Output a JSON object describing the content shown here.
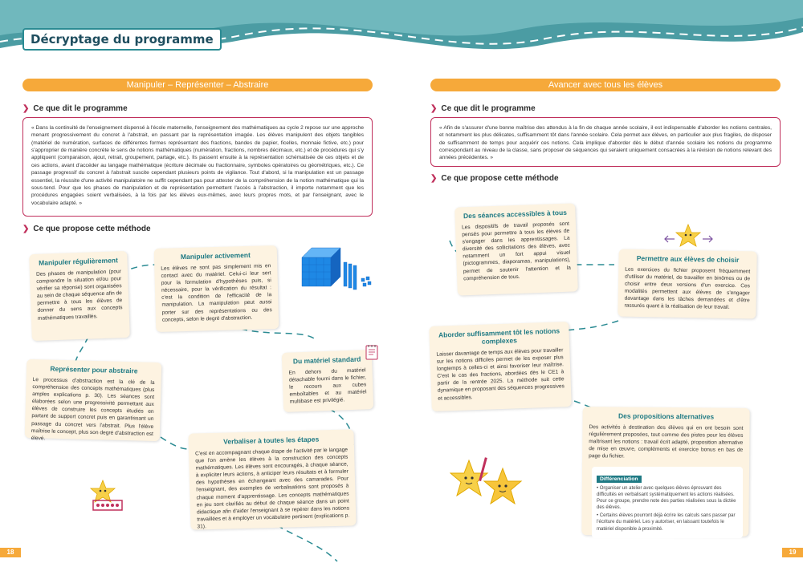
{
  "header": {
    "title": "Décryptage du programme"
  },
  "left": {
    "banner": "Manipuler – Représenter – Abstraire",
    "section1": "Ce que dit le programme",
    "quote": "« Dans la continuité de l'enseignement dispensé à l'école maternelle, l'enseignement des mathématiques au cycle 2 repose sur une approche menant progressivement du concret à l'abstrait, en passant par la représentation imagée. Les élèves manipulent des objets tangibles (matériel de numération, surfaces de différentes formes représentant des fractions, bandes de papier, ficelles, monnaie fictive, etc.) pour s'approprier de manière concrète le sens de notions mathématiques (numération, fractions, nombres décimaux, etc.) et de procédures qui s'y appliquent (comparaison, ajout, retrait, groupement, partage, etc.). Ils passent ensuite à la représentation schématisée de ces objets et de ces actions, avant d'accéder au langage mathématique (écriture décimale ou fractionnaire, symboles opératoires ou géométriques, etc.). Ce passage progressif du concret à l'abstrait suscite cependant plusieurs points de vigilance. Tout d'abord, si la manipulation est un passage essentiel, la réussite d'une activité manipulatoire ne suffit cependant pas pour attester de la compréhension de la notion mathématique qui la sous-tend. Pour que les phases de manipulation et de représentation permettent l'accès à l'abstraction, il importe notamment que les procédures engagées soient verbalisées, à la fois par les élèves eux-mêmes, avec leurs propres mots, et par l'enseignant, avec le vocabulaire adapté. »",
    "section2": "Ce que propose cette méthode",
    "cards": [
      {
        "title": "Manipuler régulièrement",
        "body": "Des phases de manipulation (pour comprendre la situation et/ou pour vérifier sa réponse) sont organisées au sein de chaque séquence afin de permettre à tous les élèves de donner du sens aux concepts mathématiques travaillés."
      },
      {
        "title": "Manipuler activement",
        "body": "Les élèves ne sont pas simplement mis en contact avec du matériel. Celui-ci leur sert pour la formulation d'hypothèses puis, si nécessaire, pour la vérification du résultat : c'est la condition de l'efficacité de la manipulation. La manipulation peut aussi porter sur des représentations ou des concepts, selon le degré d'abstraction."
      },
      {
        "title": "Représenter pour abstraire",
        "body": "Le processus d'abstraction est la clé de la compréhension des concepts mathématiques (plus amples explications p. 30). Les séances sont élaborées selon une progressivité permettant aux élèves de construire les concepts étudiés en partant de support concret puis en garantissant un passage du concret vers l'abstrait. Plus l'élève maîtrise le concept, plus son degré d'abstraction est élevé."
      },
      {
        "title": "Du matériel standard",
        "body": "En dehors du matériel détachable fourni dans le fichier, le recours aux cubes emboîtables et au matériel multibase est privilégié."
      },
      {
        "title": "Verbaliser à toutes les étapes",
        "body": "C'est en accompagnant chaque étape de l'activité par le langage que l'on amène les élèves à la construction des concepts mathématiques. Les élèves sont encouragés, à chaque séance, à expliciter leurs actions, à anticiper leurs résultats et à formuler des hypothèses en échangeant avec des camarades. Pour l'enseignant, des exemples de verbalisations sont proposés à chaque moment d'apprentissage. Les concepts mathématiques en jeu sont clarifiés au début de chaque séance dans un point didactique afin d'aider l'enseignant à se repérer dans les notions travaillées et à employer un vocabulaire pertinent (explications p. 31)."
      }
    ],
    "page_number": "18"
  },
  "right": {
    "banner": "Avancer avec tous les élèves",
    "section1": "Ce que dit le programme",
    "quote": "« Afin de s'assurer d'une bonne maîtrise des attendus à la fin de chaque année scolaire, il est indispensable d'aborder les notions centrales, et notamment les plus délicates, suffisamment tôt dans l'année scolaire. Cela permet aux élèves, en particulier aux plus fragiles, de disposer de suffisamment de temps pour acquérir ces notions. Cela implique d'aborder dès le début d'année scolaire les notions du programme correspondant au niveau de la classe, sans proposer de séquences qui seraient uniquement consacrées à la révision de notions relevant des années précédentes. »",
    "section2": "Ce que propose cette méthode",
    "cards": [
      {
        "title": "Des séances accessibles à tous",
        "body": "Les dispositifs de travail proposés sont pensés pour permettre à tous les élèves de s'engager dans les apprentissages. La diversité des sollicitations des élèves, avec notamment un fort appui visuel (pictogrammes, diaporamas, manipulations), permet de soutenir l'attention et la compréhension de tous."
      },
      {
        "title": "Permettre aux élèves de choisir",
        "body": "Les exercices du fichier proposent fréquemment d'utiliser du matériel, de travailler en binômes ou de choisir entre deux versions d'un exercice. Ces modalités permettent aux élèves de s'engager davantage dans les tâches demandées et d'être rassurés quant à la réalisation de leur travail."
      },
      {
        "title": "Aborder suffisamment tôt les notions complexes",
        "body": "Laisser davantage de temps aux élèves pour travailler sur les notions difficiles permet de les exposer plus longtemps à celles-ci et ainsi favoriser leur maîtrise. C'est le cas des fractions, abordées dès le CE1 à partir de la rentrée 2025. La méthode suit cette dynamique en proposant des séquences progressives et accessibles."
      },
      {
        "title": "Des propositions alternatives",
        "body": "Des activités à destination des élèves qui en ont besoin sont régulièrement proposées, tout comme des pistes pour les élèves maîtrisant les notions : travail écrit adapté, proposition alternative de mise en œuvre, compléments et exercice bonus en bas de page du fichier."
      }
    ],
    "differenciation": {
      "label": "Différenciation",
      "items": [
        "• Organiser un atelier avec quelques élèves éprouvant des difficultés en verbalisant systématiquement les actions réalisées. Pour ce groupe, prendre note des parties réalisées sous la dictée des élèves.",
        "• Certains élèves pourront déjà écrire les calculs sans passer par l'écriture du matériel. Les y autoriser, en laissant toutefois le matériel disponible à proximité."
      ]
    },
    "page_number": "19"
  },
  "colors": {
    "teal": "#2b8b93",
    "orange": "#f6a93a",
    "magenta": "#c0305c",
    "card_bg": "#fdf3e1"
  }
}
